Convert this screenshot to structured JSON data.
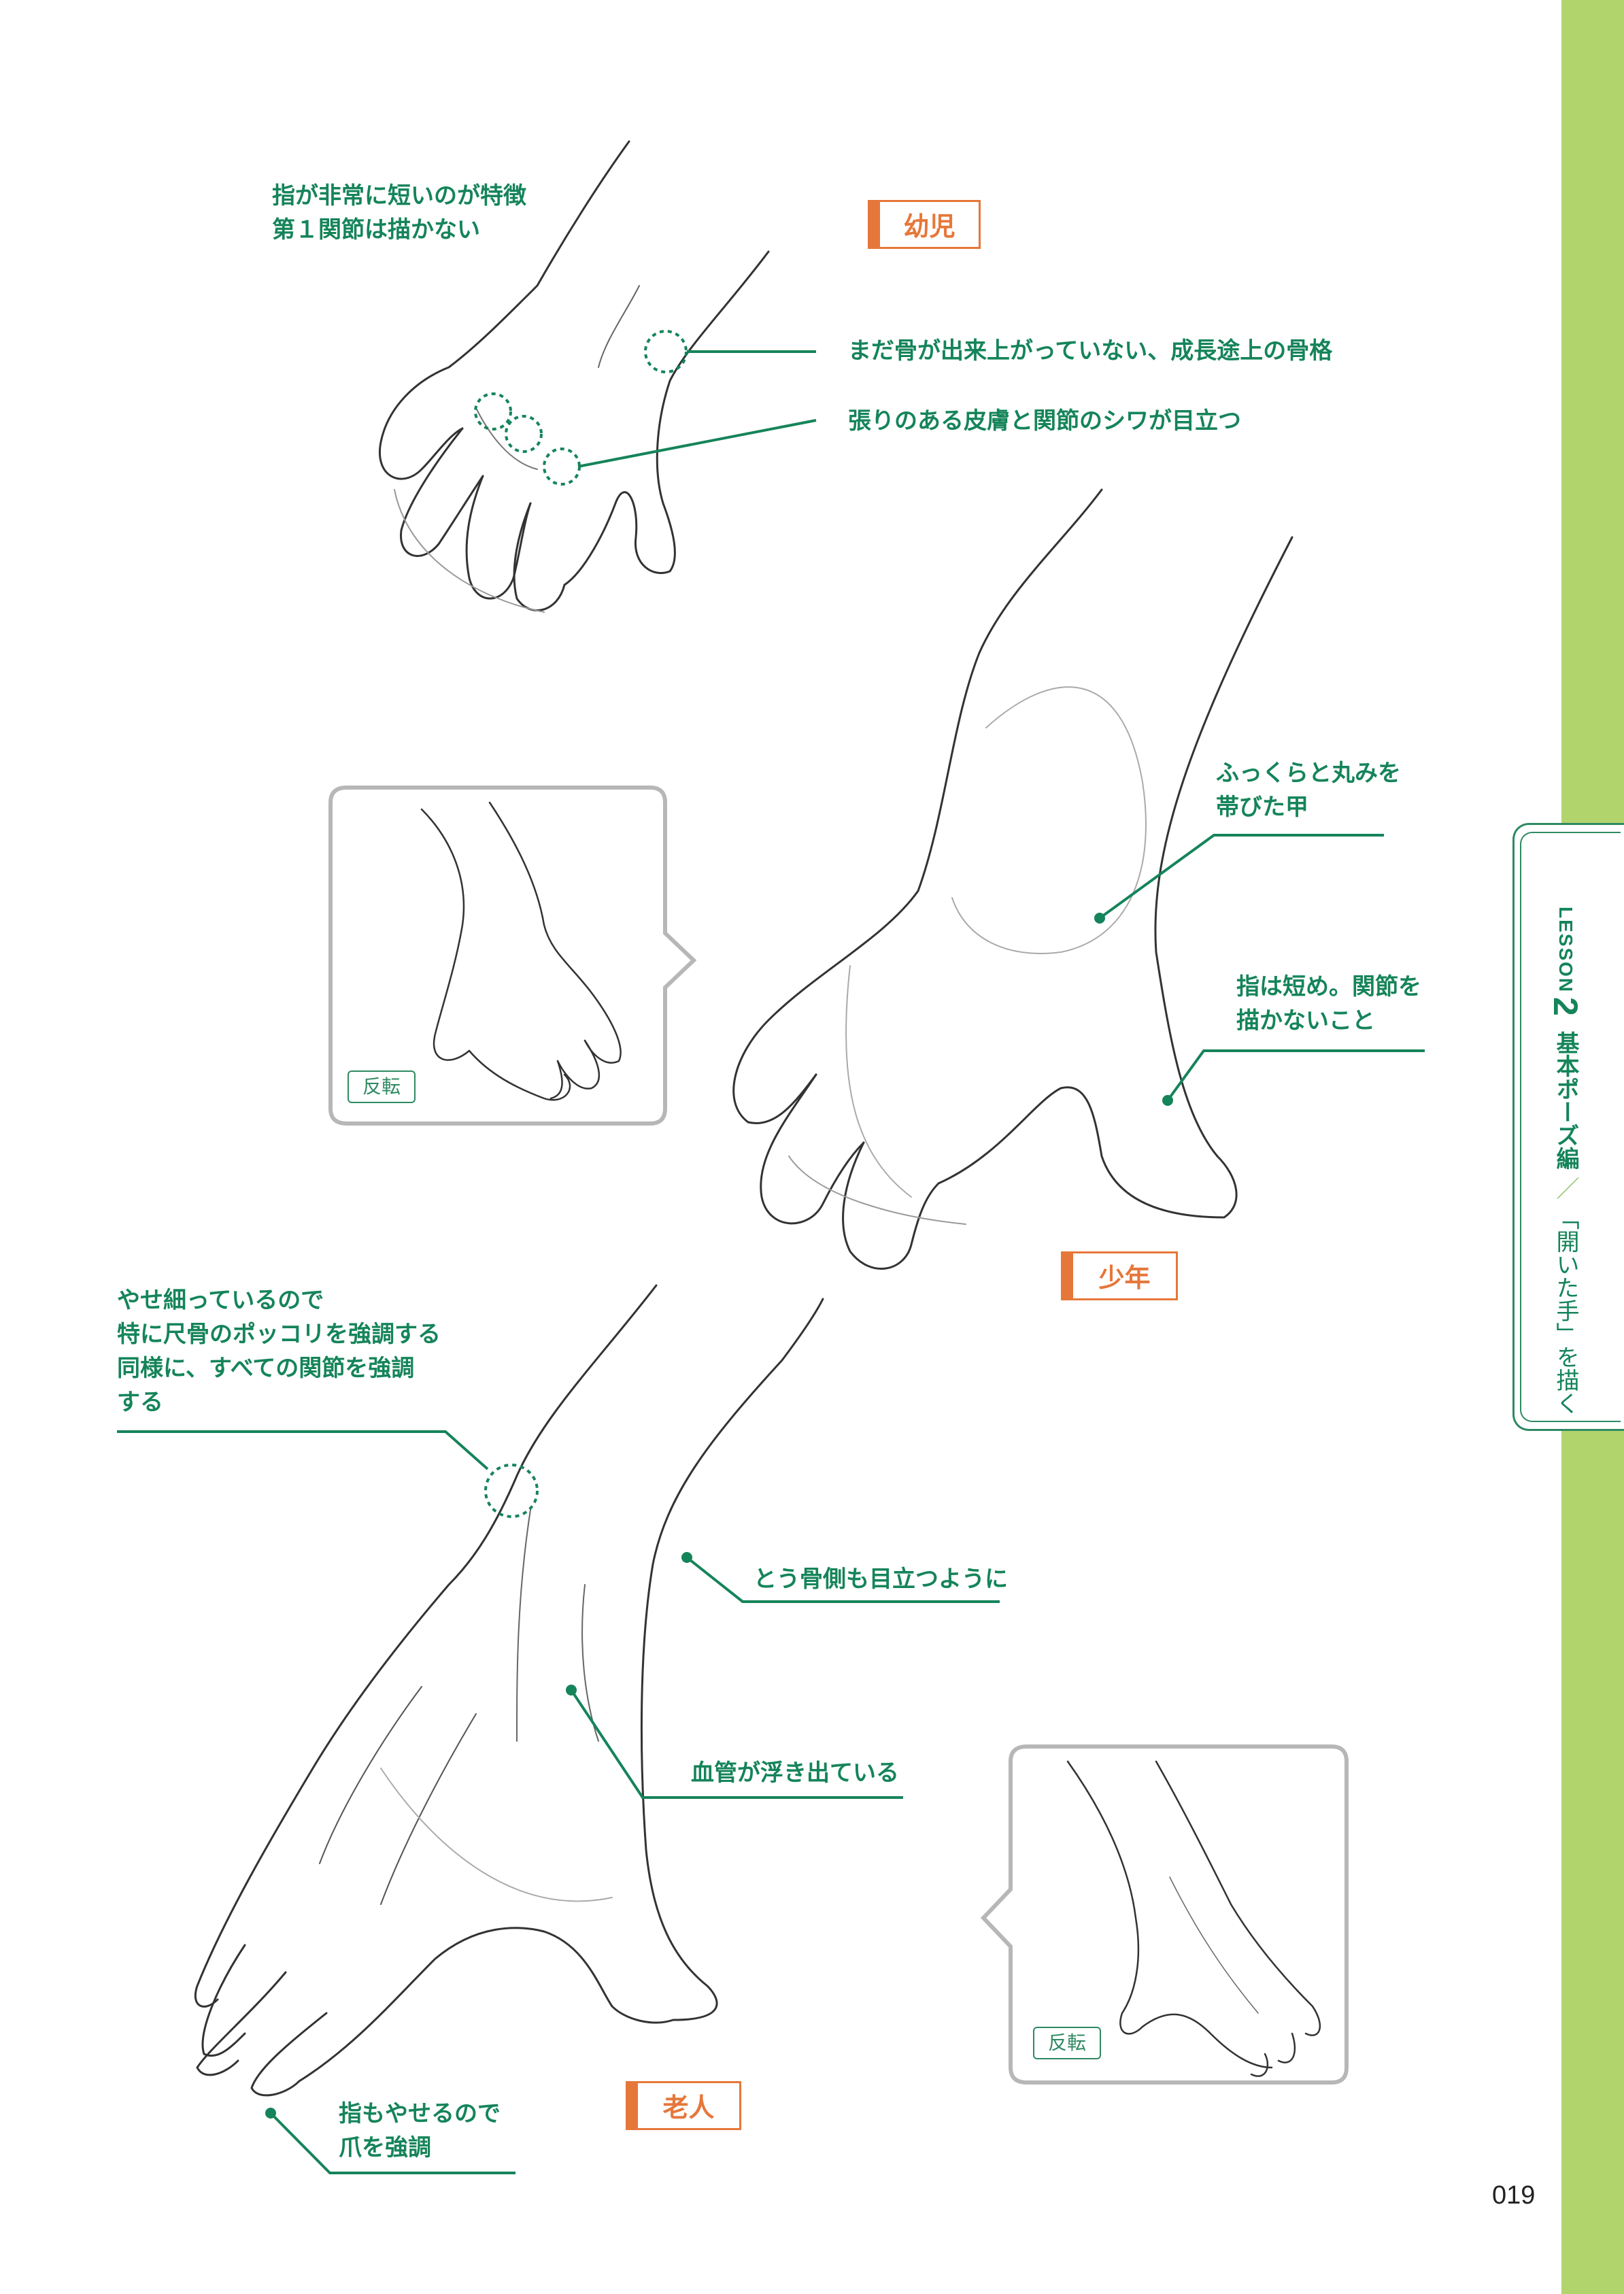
{
  "labels": {
    "infant": "幼児",
    "boy": "少年",
    "elder": "老人"
  },
  "infant": {
    "note1": "指が非常に短いのが特徴",
    "note2": "第１関節は描かない",
    "ann1": "まだ骨が出来上がっていない、成長途上の骨格",
    "ann2": "張りのある皮膚と関節のシワが目立つ"
  },
  "boy": {
    "ann1_line1": "ふっくらと丸みを",
    "ann1_line2": "帯びた甲",
    "ann2_line1": "指は短め。関節を",
    "ann2_line2": "描かないこと",
    "inset_tag": "反転"
  },
  "elder": {
    "note_line1": "やせ細っているので",
    "note_line2": "特に尺骨のポッコリを強調する",
    "note_line3": "同様に、すべての関節を強調",
    "note_line4": "する",
    "ann_radius": "とう骨側も目立つように",
    "ann_veins": "血管が浮き出ている",
    "ann_nail_line1": "指もやせるので",
    "ann_nail_line2": "爪を強調",
    "inset_tag": "反転"
  },
  "side_tab": {
    "lesson": "LESSON",
    "number": "2",
    "subject": "基本ポーズ編",
    "separator": "／",
    "topic": "「開いた手」を描く"
  },
  "page_number": "019",
  "colors": {
    "accent_green": "#15845a",
    "label_orange": "#e6773a",
    "side_bar": "#b2d46d",
    "sketch": "#333333"
  }
}
